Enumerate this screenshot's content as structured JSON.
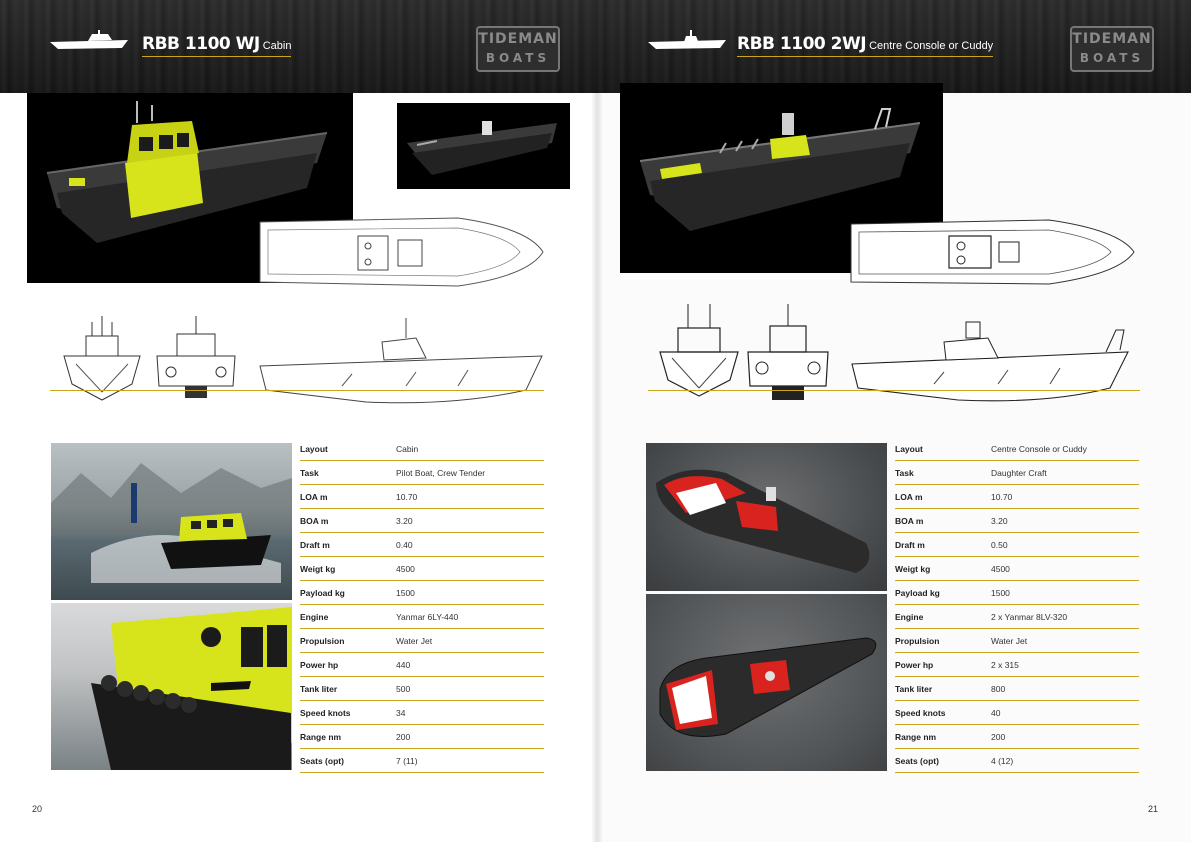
{
  "left_page": {
    "model": "RBB 1100 WJ",
    "variant": "Cabin",
    "logo": {
      "line1": "TIDEMAN",
      "line2": "BOATS"
    },
    "page_number": "20",
    "specs": [
      {
        "label": "Layout",
        "value": "Cabin"
      },
      {
        "label": "Task",
        "value": "Pilot Boat, Crew Tender"
      },
      {
        "label": "LOA m",
        "value": "10.70"
      },
      {
        "label": "BOA m",
        "value": "3.20"
      },
      {
        "label": "Draft m",
        "value": "0.40"
      },
      {
        "label": "Weigt kg",
        "value": "4500"
      },
      {
        "label": "Payload kg",
        "value": "1500"
      },
      {
        "label": "Engine",
        "value": "Yanmar 6LY-440"
      },
      {
        "label": "Propulsion",
        "value": "Water Jet"
      },
      {
        "label": "Power hp",
        "value": "440"
      },
      {
        "label": "Tank liter",
        "value": "500"
      },
      {
        "label": "Speed knots",
        "value": "34"
      },
      {
        "label": "Range nm",
        "value": "200"
      },
      {
        "label": "Seats (opt)",
        "value": "7 (11)"
      }
    ]
  },
  "right_page": {
    "model": "RBB 1100 2WJ",
    "variant": "Centre Console or Cuddy",
    "logo": {
      "line1": "TIDEMAN",
      "line2": "BOATS"
    },
    "page_number": "21",
    "specs": [
      {
        "label": "Layout",
        "value": "Centre Console or Cuddy"
      },
      {
        "label": "Task",
        "value": "Daughter Craft"
      },
      {
        "label": "LOA m",
        "value": "10.70"
      },
      {
        "label": "BOA m",
        "value": "3.20"
      },
      {
        "label": "Draft m",
        "value": "0.50"
      },
      {
        "label": "Weigt kg",
        "value": "4500"
      },
      {
        "label": "Payload kg",
        "value": "1500"
      },
      {
        "label": "Engine",
        "value": "2 x Yanmar 8LV-320"
      },
      {
        "label": "Propulsion",
        "value": "Water Jet"
      },
      {
        "label": "Power hp",
        "value": "2 x 315"
      },
      {
        "label": "Tank liter",
        "value": "800"
      },
      {
        "label": "Speed knots",
        "value": "40"
      },
      {
        "label": "Range nm",
        "value": "200"
      },
      {
        "label": "Seats (opt)",
        "value": "4 (12)"
      }
    ]
  },
  "colors": {
    "accent_gold": "#c9a520",
    "hull_yellow": "#d7e41b",
    "tube_red": "#d8231f"
  }
}
